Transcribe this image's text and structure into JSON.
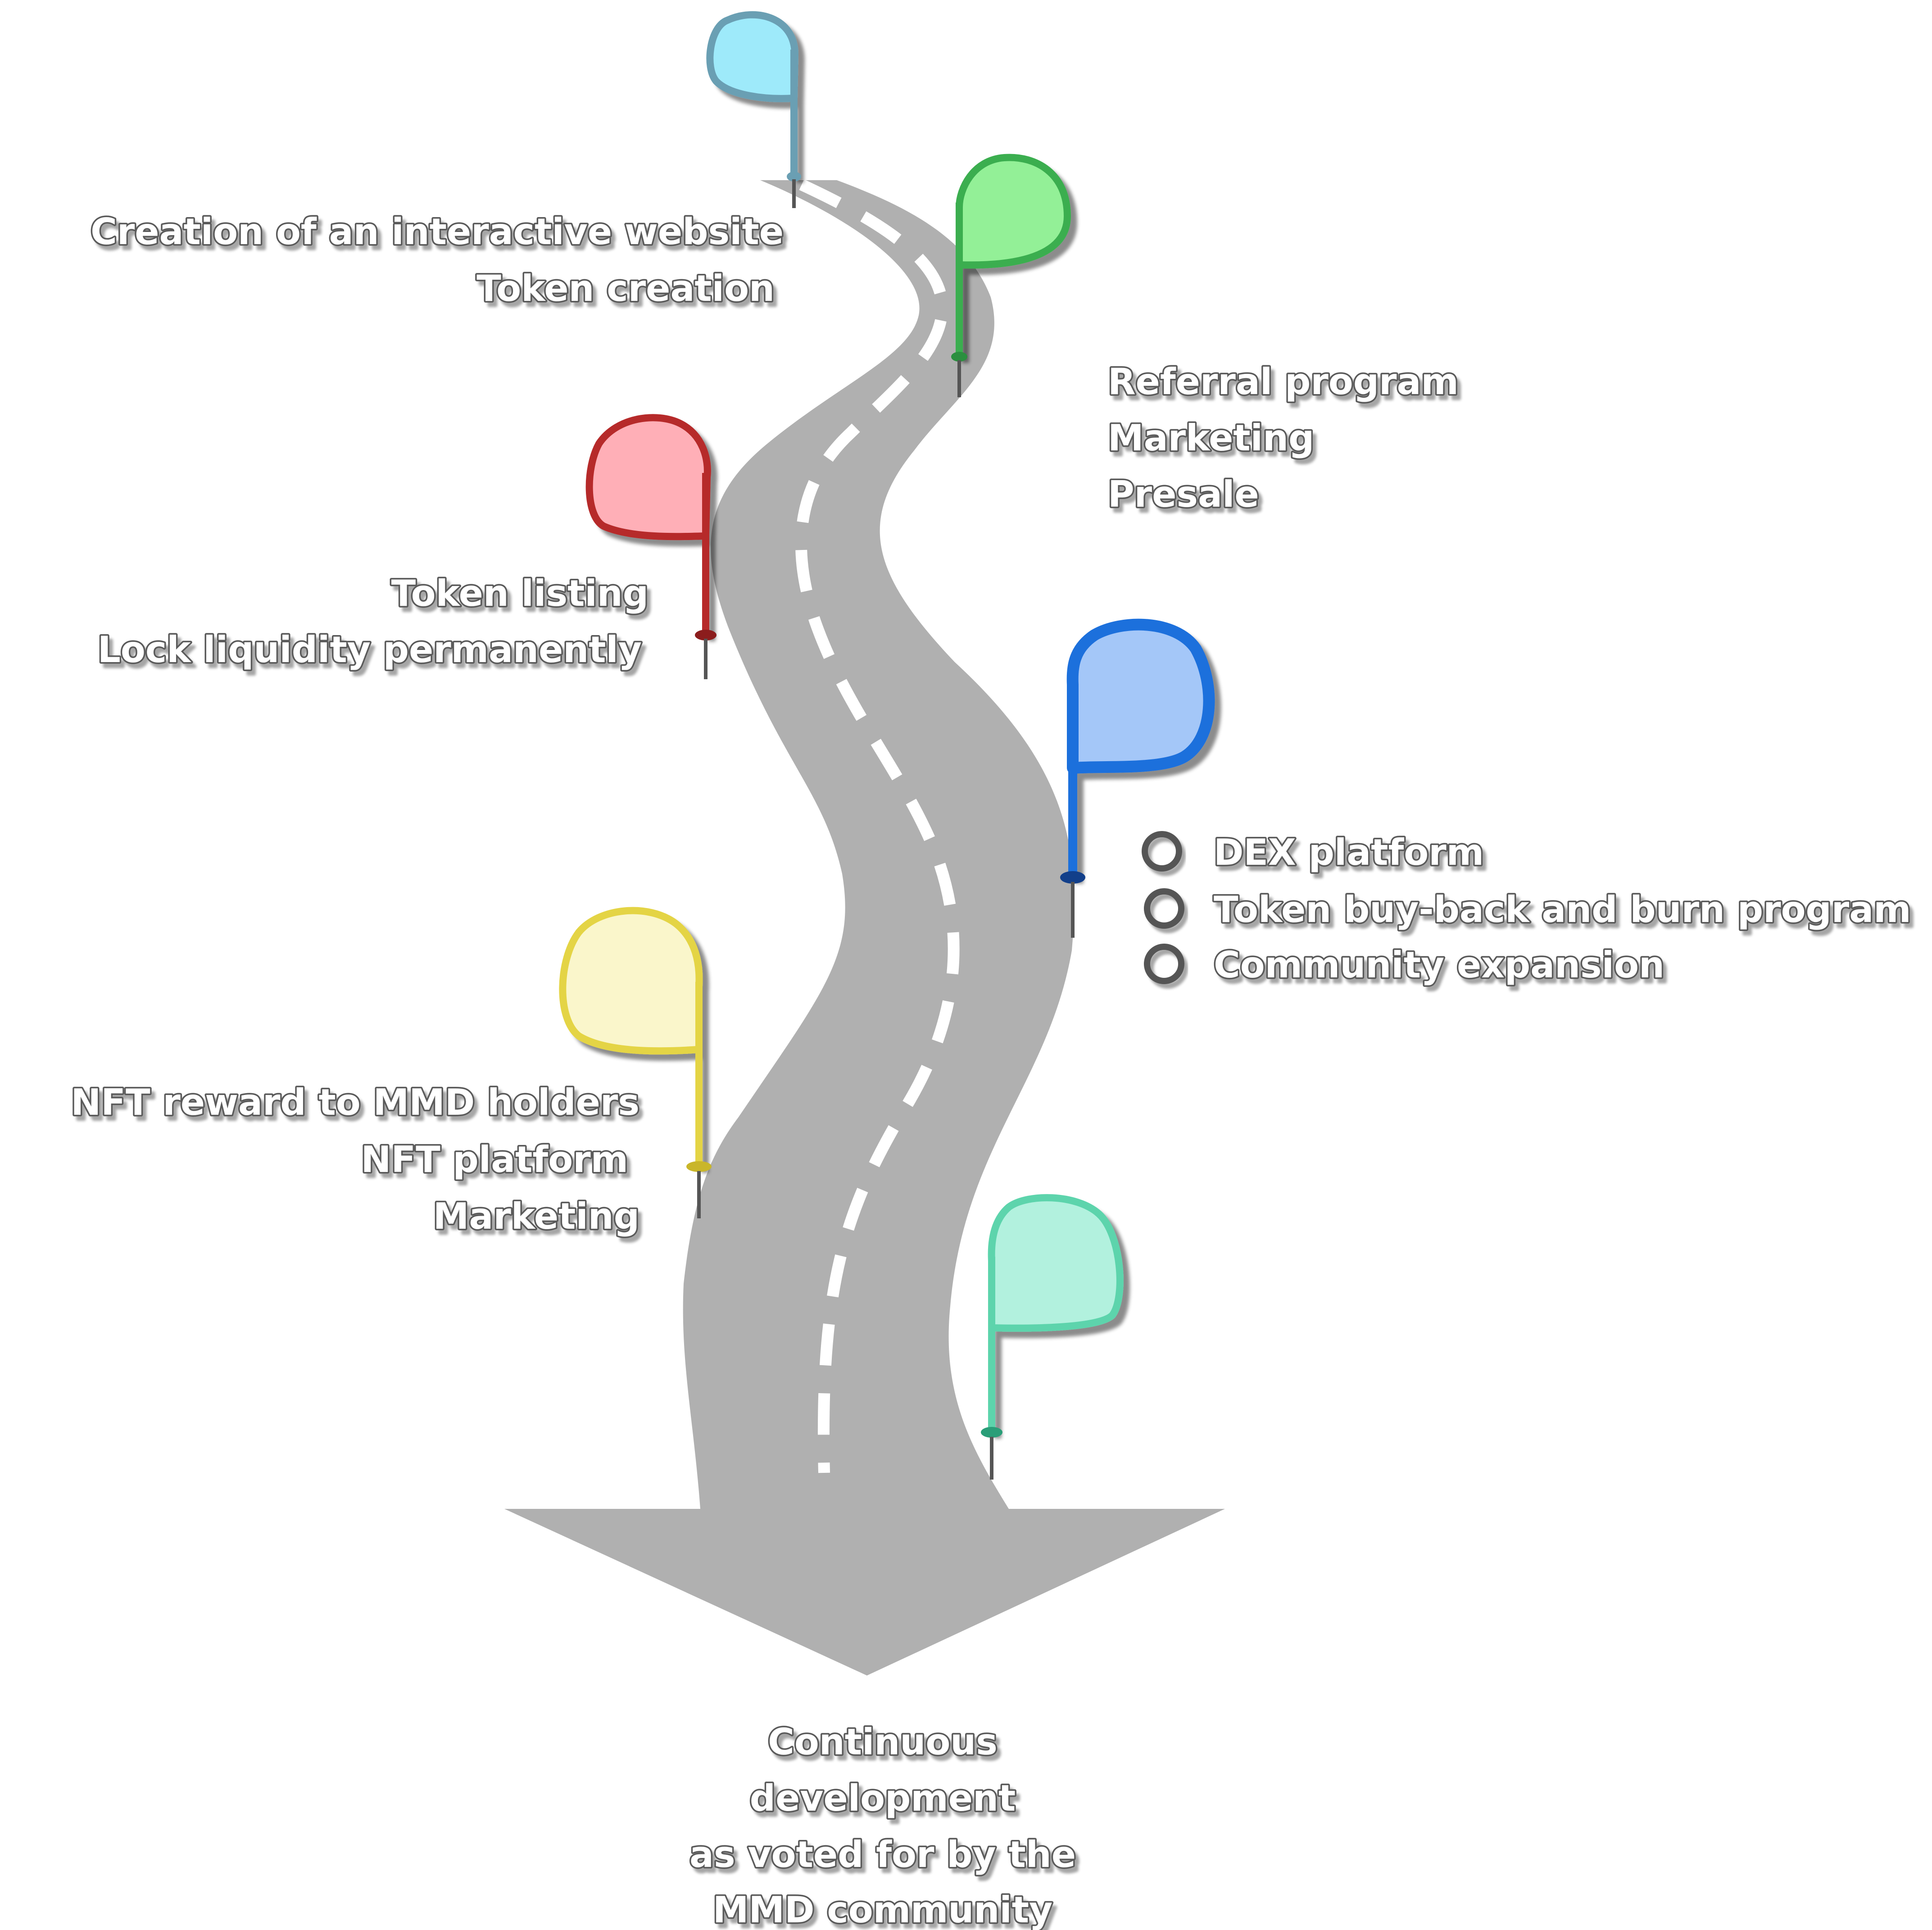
{
  "milestones": [
    {
      "id": "m1",
      "color": "#9eeafa",
      "stroke": "#6a9fb3",
      "items": [
        "Creation of an interactive website",
        "Token creation"
      ]
    },
    {
      "id": "m2",
      "color": "#93f097",
      "stroke": "#3aae4f",
      "items": [
        "Referral program",
        "Marketing",
        "Presale"
      ]
    },
    {
      "id": "m3",
      "color": "#ffafb7",
      "stroke": "#b62a2a",
      "items": [
        "Token listing",
        "Lock liquidity permanently"
      ]
    },
    {
      "id": "m4",
      "color": "#a4c7f8",
      "stroke": "#1f6fdc",
      "items": [
        "DEX platform",
        "Token buy-back and burn program",
        "Community expansion"
      ]
    },
    {
      "id": "m5",
      "color": "#faf6cb",
      "stroke": "#e4d445",
      "items": [
        "NFT reward to MMD holders",
        "NFT platform",
        "Marketing"
      ]
    },
    {
      "id": "m6",
      "color": "#b2f1de",
      "stroke": "#5dd4ac",
      "items": []
    }
  ],
  "final": {
    "lines": [
      "Continuous",
      "development",
      "as voted for by the",
      "MMD community"
    ]
  },
  "colors": {
    "road": "#b0b0b0",
    "road_marking": "#ffffff",
    "text_outline": "#5a5a5a"
  }
}
